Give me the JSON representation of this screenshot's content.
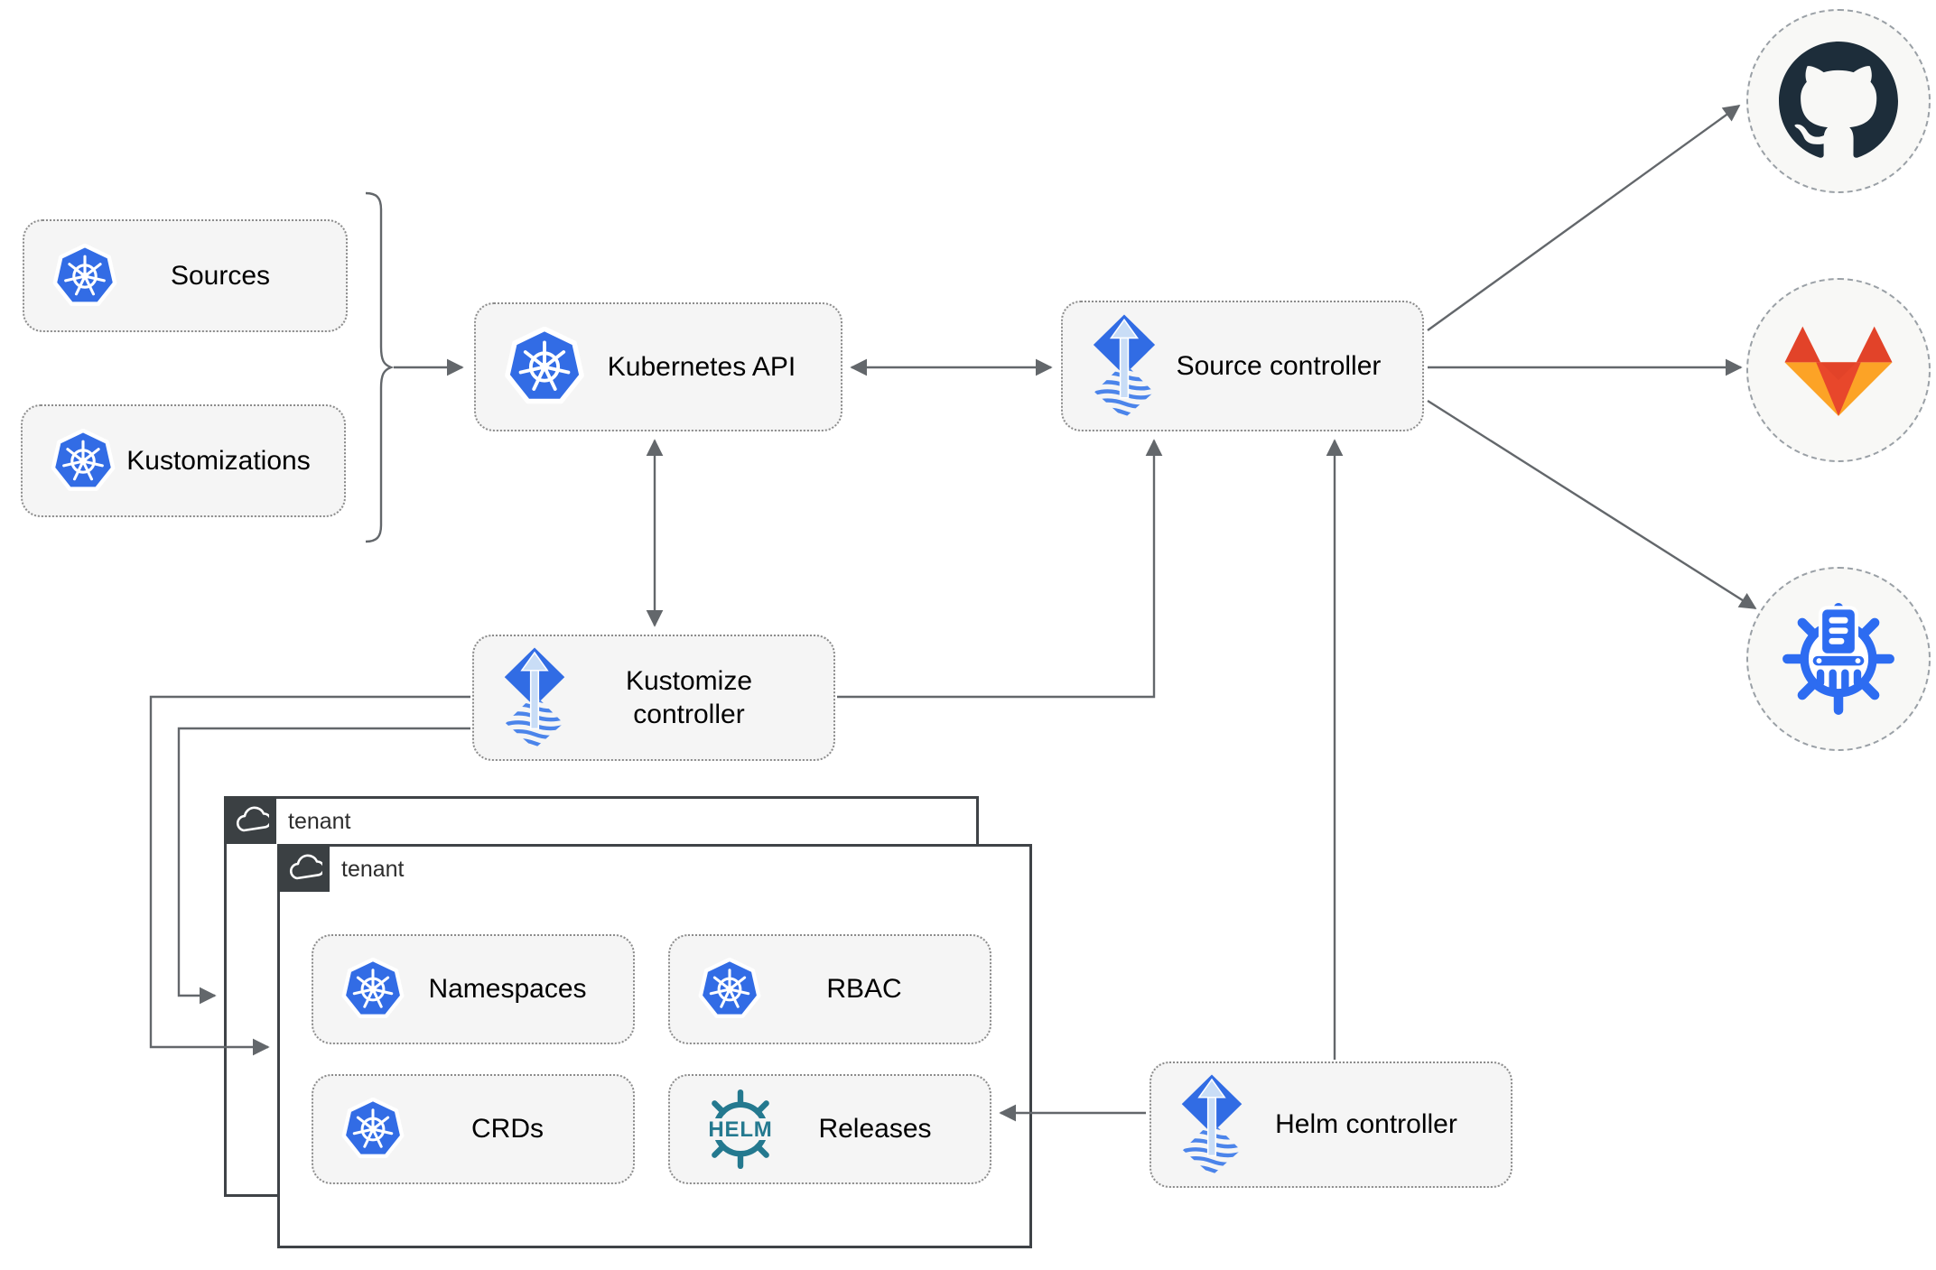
{
  "nodes": {
    "sources": {
      "label": "Sources"
    },
    "kustomizations": {
      "label": "Kustomizations"
    },
    "kubernetes_api": {
      "label": "Kubernetes API"
    },
    "source_controller": {
      "label": "Source controller"
    },
    "kustomize_controller": {
      "label": "Kustomize controller"
    },
    "helm_controller": {
      "label": "Helm controller"
    },
    "tenant_back": {
      "label": "tenant"
    },
    "tenant_front": {
      "label": "tenant"
    },
    "namespaces": {
      "label": "Namespaces"
    },
    "rbac": {
      "label": "RBAC"
    },
    "crds": {
      "label": "CRDs"
    },
    "releases": {
      "label": "Releases",
      "icon_text": "HELM"
    }
  },
  "icons": {
    "kubernetes": "kubernetes-wheel",
    "flux": "flux-diamond-up-arrow",
    "helm": "helm-ship-wheel",
    "github": "github-octocat",
    "gitlab": "gitlab-tanuki",
    "chartmuseum": "chartmuseum-wheel-column",
    "cloud": "cloud-tenant-tab"
  },
  "colors": {
    "kubernetes_blue": "#326CE5",
    "flux_blue": "#316CE4",
    "flux_arrow_light": "#C9DDF6",
    "helm_teal": "#24798F",
    "chartmuseum_blue": "#2D6CF1",
    "github_dark": "#1D2D3A",
    "gitlab_red": "#E24329",
    "gitlab_amber": "#FCA326",
    "connector_gray": "#63676B",
    "node_background": "#F5F5F5",
    "tenant_tab": "#3B4043"
  }
}
